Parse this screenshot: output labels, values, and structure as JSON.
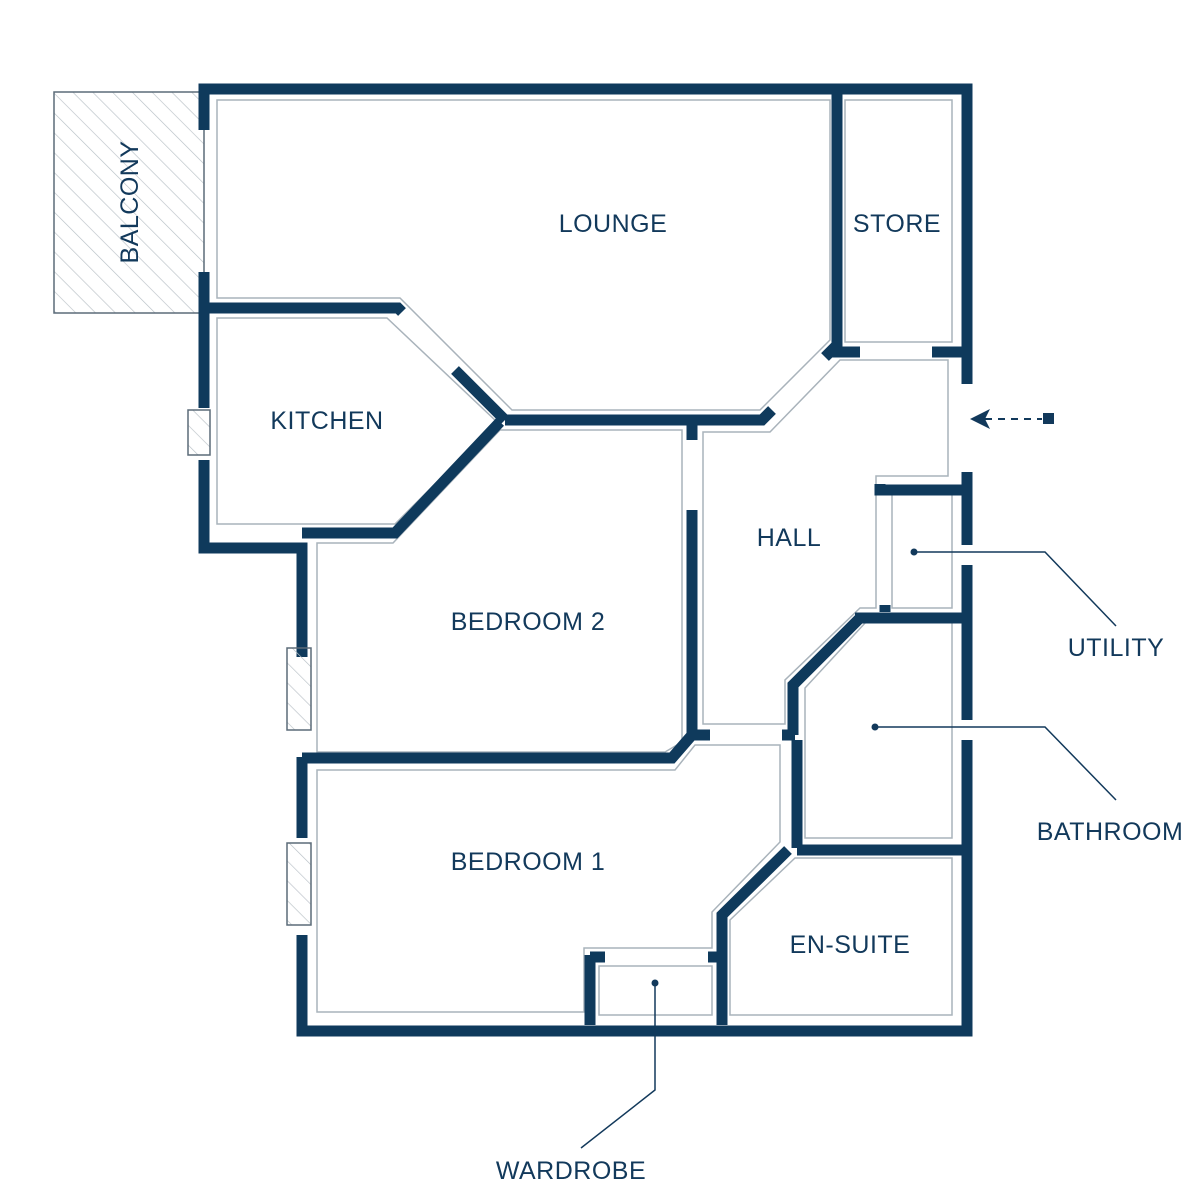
{
  "colors": {
    "wall": "#0f3a5c",
    "text": "#12395b",
    "hatch": "#b8c0c6",
    "background": "#ffffff"
  },
  "rooms": {
    "balcony": "BALCONY",
    "lounge": "LOUNGE",
    "store": "STORE",
    "kitchen": "KITCHEN",
    "hall": "HALL",
    "bedroom2": "BEDROOM 2",
    "bedroom1": "BEDROOM 1",
    "utility": "UTILITY",
    "bathroom": "BATHROOM",
    "ensuite": "EN-SUITE",
    "wardrobe": "WARDROBE"
  },
  "icons": {
    "entrance": "entrance-arrow-icon"
  }
}
